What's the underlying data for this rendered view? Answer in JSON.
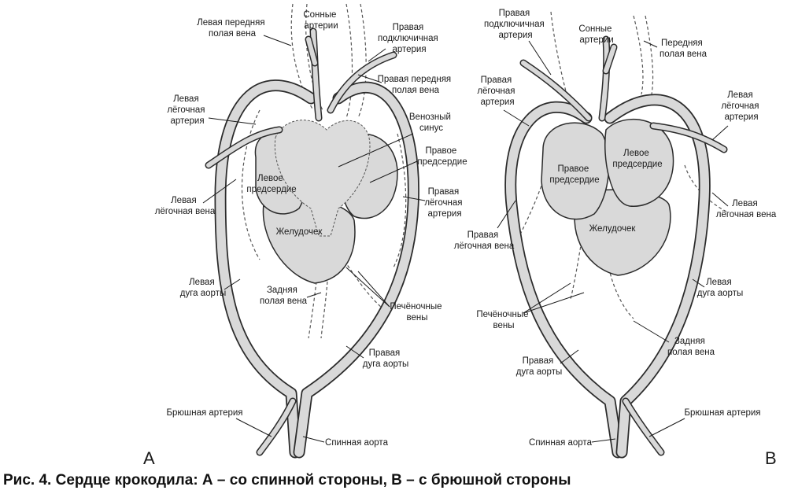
{
  "panel_a": {
    "letter": "A",
    "labels": {
      "left_anterior_vena_cava": [
        "Левая передняя",
        "полая вена"
      ],
      "carotid_arteries": [
        "Сонные",
        "артерии"
      ],
      "right_subclavian_artery": [
        "Правая",
        "подключичная",
        "артерия"
      ],
      "right_anterior_vena_cava": [
        "Правая передняя",
        "полая вена"
      ],
      "left_pulmonary_artery": [
        "Левая",
        "лёгочная",
        "артерия"
      ],
      "sinus_venosus": [
        "Венозный",
        "синус"
      ],
      "right_atrium": [
        "Правое",
        "предсердие"
      ],
      "left_atrium": [
        "Левое",
        "предсердие"
      ],
      "left_pulmonary_vein": [
        "Левая",
        "лёгочная вена"
      ],
      "right_pulmonary_artery": [
        "Правая",
        "лёгочная",
        "артерия"
      ],
      "ventricle": [
        "Желудочек"
      ],
      "left_aortic_arch": [
        "Левая",
        "дуга аорты"
      ],
      "posterior_vena_cava": [
        "Задняя",
        "полая вена"
      ],
      "hepatic_veins": [
        "Печёночные",
        "вены"
      ],
      "right_aortic_arch": [
        "Правая",
        "дуга аорты"
      ],
      "celiac_artery": [
        "Брюшная артерия"
      ],
      "dorsal_aorta": [
        "Спинная аорта"
      ]
    }
  },
  "panel_b": {
    "letter": "B",
    "labels": {
      "right_subclavian_artery": [
        "Правая",
        "подключичная",
        "артерия"
      ],
      "carotid_arteries": [
        "Сонные",
        "артерии"
      ],
      "anterior_vena_cava": [
        "Передняя",
        "полая вена"
      ],
      "right_pulmonary_artery_top": [
        "Правая",
        "лёгочная",
        "артерия"
      ],
      "left_pulmonary_artery": [
        "Левая",
        "лёгочная",
        "артерия"
      ],
      "left_atrium": [
        "Левое",
        "предсердие"
      ],
      "right_atrium": [
        "Правое",
        "предсердие"
      ],
      "left_pulmonary_vein": [
        "Левая",
        "лёгочная вена"
      ],
      "right_pulmonary_vein": [
        "Правая",
        "лёгочная вена"
      ],
      "ventricle": [
        "Желудочек"
      ],
      "left_aortic_arch": [
        "Левая",
        "дуга аорты"
      ],
      "hepatic_veins": [
        "Печёночные",
        "вены"
      ],
      "posterior_vena_cava": [
        "Задняя",
        "полая вена"
      ],
      "right_aortic_arch": [
        "Правая",
        "дуга аорты"
      ],
      "celiac_artery": [
        "Брюшная артерия"
      ],
      "dorsal_aorta": [
        "Спинная аорта"
      ]
    }
  },
  "caption": "Рис. 4. Сердце крокодила: А – со спинной стороны, B – с брюшной стороны",
  "colors": {
    "outline": "#2b2b2b",
    "fill": "#d9d9d9",
    "background": "#ffffff"
  }
}
